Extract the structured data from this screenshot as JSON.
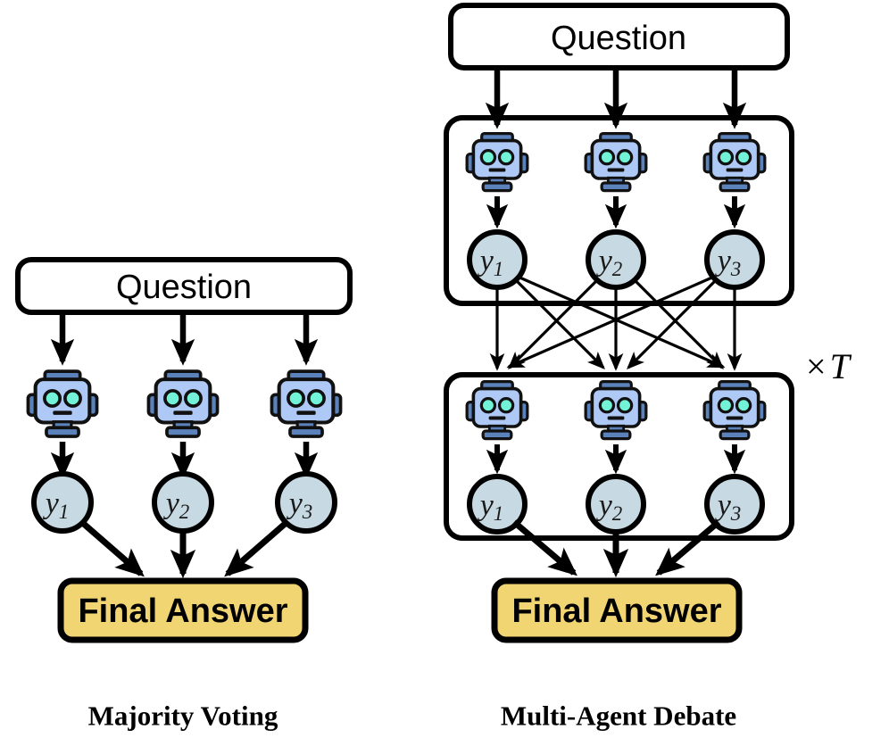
{
  "figure": {
    "title": "Majority Voting and Multi-Agent Debate comparison",
    "background": "#ffffff"
  },
  "colors": {
    "stroke": "#000000",
    "box_fill": "#ffffff",
    "final_answer_fill": "#F2D573",
    "robot_body": "#AEC9F5",
    "robot_dark": "#4A6FA5",
    "robot_eye": "#72F2D6",
    "answer_node_fill": "#C7D9E2",
    "text": "#000000"
  },
  "panels": [
    {
      "id": "majority-voting",
      "caption": "Majority Voting",
      "question": {
        "label": "Question"
      },
      "agents": [
        {
          "id": "agent-1",
          "icon": "robot-icon"
        },
        {
          "id": "agent-2",
          "icon": "robot-icon"
        },
        {
          "id": "agent-3",
          "icon": "robot-icon"
        }
      ],
      "answers": [
        {
          "id": "answer-1",
          "symbol": "y",
          "subscript": "1"
        },
        {
          "id": "answer-2",
          "symbol": "y",
          "subscript": "2"
        },
        {
          "id": "answer-3",
          "symbol": "y",
          "subscript": "3"
        }
      ],
      "final_answer": {
        "label": "Final Answer"
      }
    },
    {
      "id": "multi-agent-debate",
      "caption": "Multi-Agent Debate",
      "question": {
        "label": "Question"
      },
      "repeat_annotation": {
        "times": "×",
        "symbol": "T"
      },
      "rounds": [
        {
          "id": "round-1",
          "agents": [
            {
              "id": "r1-agent-1",
              "icon": "robot-icon"
            },
            {
              "id": "r1-agent-2",
              "icon": "robot-icon"
            },
            {
              "id": "r1-agent-3",
              "icon": "robot-icon"
            }
          ],
          "answers": [
            {
              "id": "r1-answer-1",
              "symbol": "y",
              "subscript": "1"
            },
            {
              "id": "r1-answer-2",
              "symbol": "y",
              "subscript": "2"
            },
            {
              "id": "r1-answer-3",
              "symbol": "y",
              "subscript": "3"
            }
          ]
        },
        {
          "id": "round-2",
          "agents": [
            {
              "id": "r2-agent-1",
              "icon": "robot-icon"
            },
            {
              "id": "r2-agent-2",
              "icon": "robot-icon"
            },
            {
              "id": "r2-agent-3",
              "icon": "robot-icon"
            }
          ],
          "answers": [
            {
              "id": "r2-answer-1",
              "symbol": "y",
              "subscript": "1"
            },
            {
              "id": "r2-answer-2",
              "symbol": "y",
              "subscript": "2"
            },
            {
              "id": "r2-answer-3",
              "symbol": "y",
              "subscript": "3"
            }
          ]
        }
      ],
      "final_answer": {
        "label": "Final Answer"
      }
    }
  ]
}
